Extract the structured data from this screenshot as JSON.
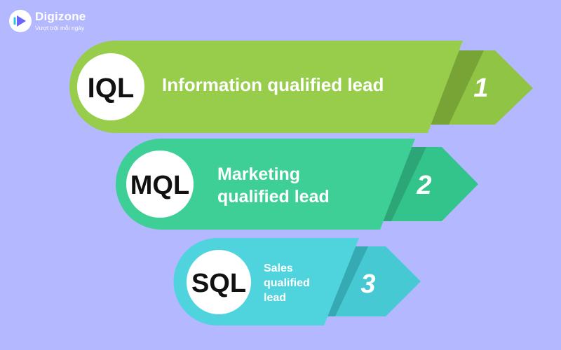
{
  "brand": {
    "name": "Digizone",
    "tagline": "Vượt trội mỗi ngày"
  },
  "stages": [
    {
      "abbr": "IQL",
      "label": "Information qualified lead",
      "number": "1",
      "color": "#97cd4b",
      "dark": "#78a436"
    },
    {
      "abbr": "MQL",
      "label": "Marketing qualified lead",
      "number": "2",
      "color": "#3dcf95",
      "dark": "#2ca677"
    },
    {
      "abbr": "SQL",
      "label": "Sales qualified lead",
      "number": "3",
      "color": "#4fd4de",
      "dark": "#36aab3"
    }
  ],
  "colors": {
    "background": "#b3b8ff",
    "circle": "#ffffff",
    "text": "#111111"
  }
}
